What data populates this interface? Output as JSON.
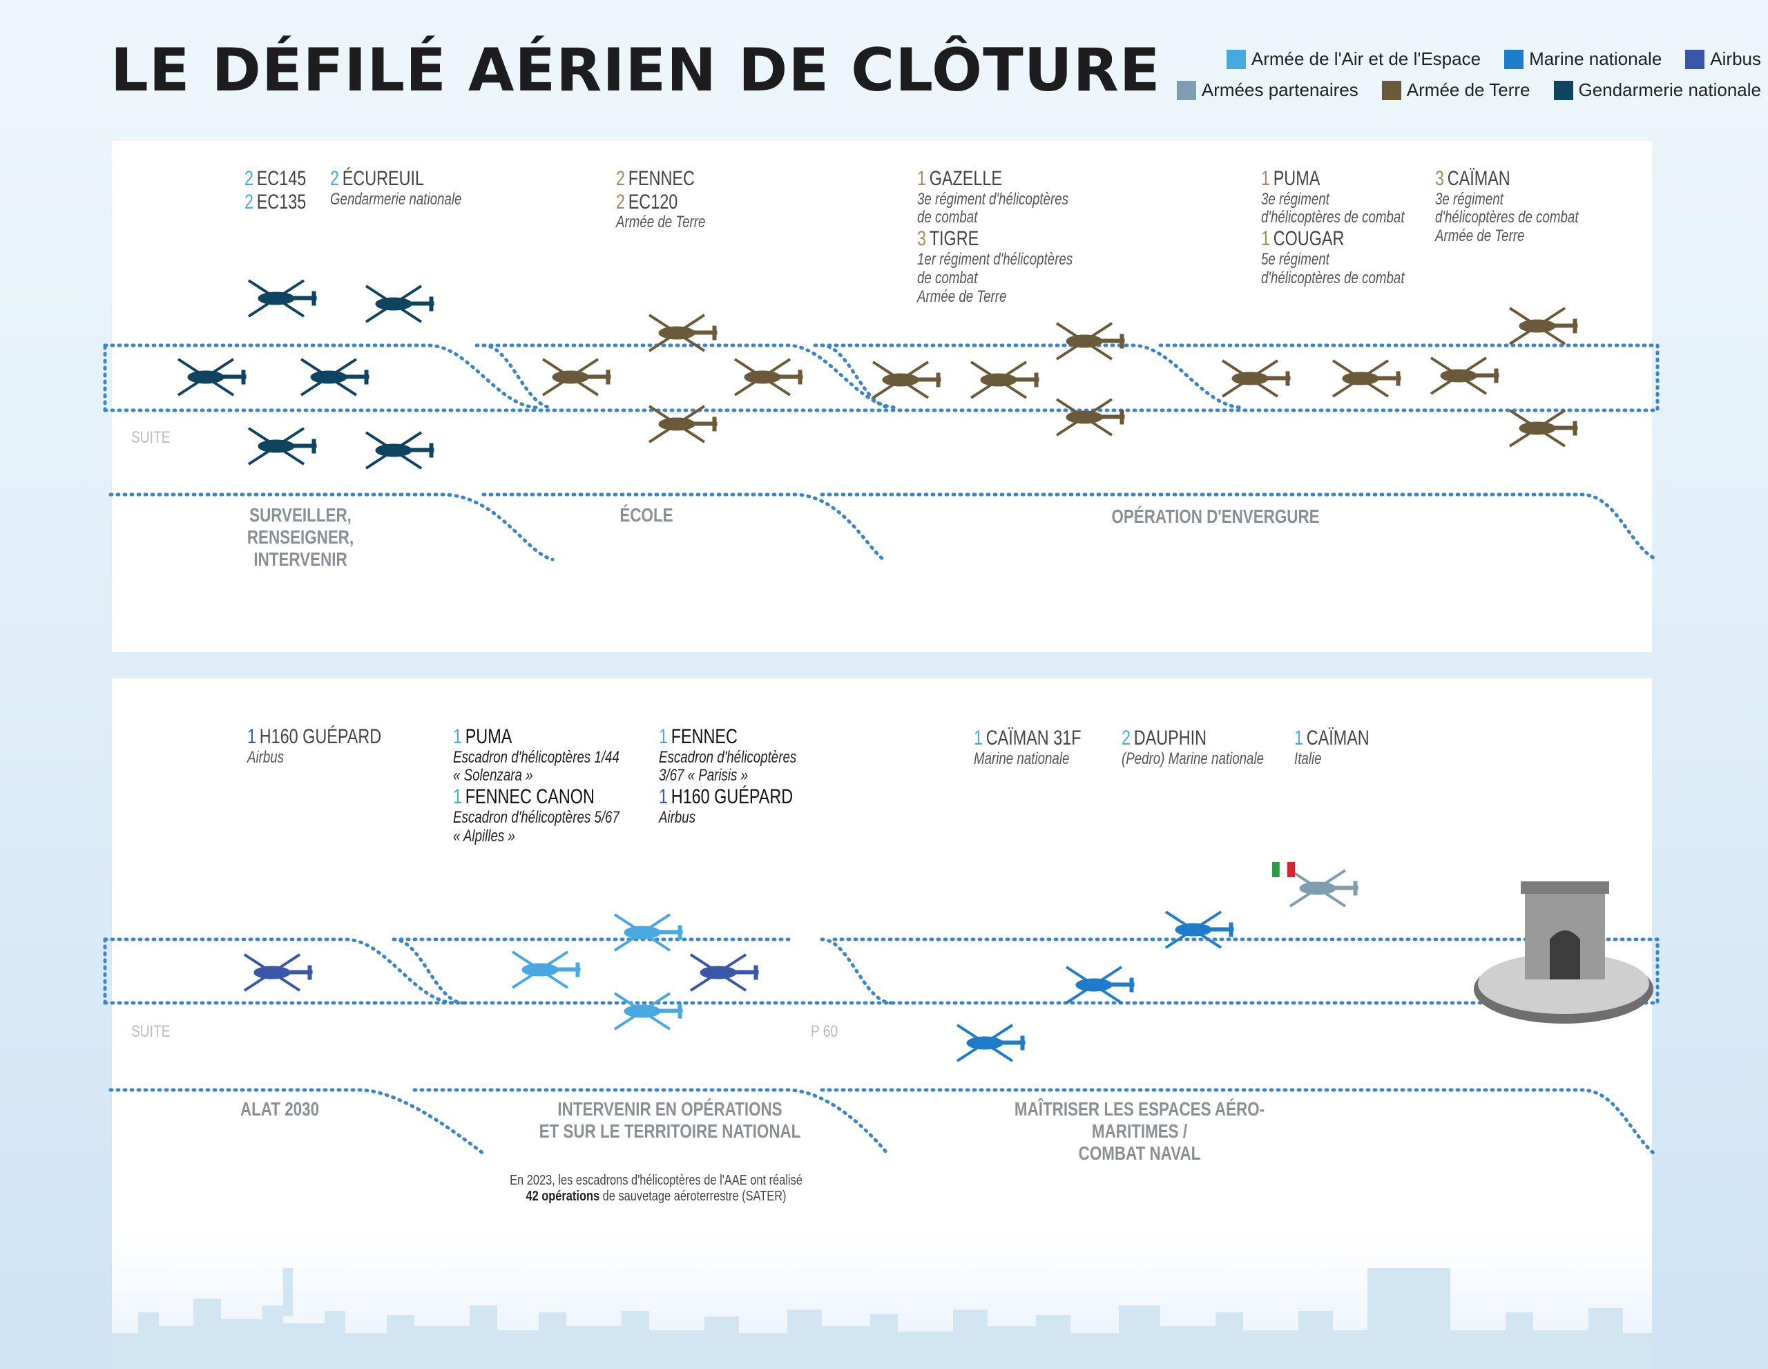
{
  "title": "LE DÉFILÉ AÉRIEN DE CLÔTURE",
  "legend": [
    {
      "label": "Armée de l'Air et de l'Espace",
      "color": "#4aa8e0"
    },
    {
      "label": "Marine nationale",
      "color": "#1f7cc8"
    },
    {
      "label": "Airbus",
      "color": "#3a56a8"
    },
    {
      "label": "Armées partenaires",
      "color": "#7f9fb0"
    },
    {
      "label": "Armée de Terre",
      "color": "#6b5a3a"
    },
    {
      "label": "Gendarmerie nationale",
      "color": "#0f4460"
    }
  ],
  "top": {
    "units": [
      {
        "count": "2",
        "name": "EC145",
        "sub": []
      },
      {
        "count": "2",
        "name": "EC135",
        "sub": []
      },
      {
        "count": "2",
        "name": "ÉCUREUIL",
        "sub": [
          "Gendarmerie nationale"
        ]
      },
      {
        "count": "2",
        "name": "FENNEC",
        "sub": []
      },
      {
        "count": "2",
        "name": "EC120",
        "sub": [
          "Armée de Terre"
        ]
      },
      {
        "count": "1",
        "name": "GAZELLE",
        "sub": [
          "3e régiment d'hélicoptères",
          "de combat"
        ]
      },
      {
        "count": "3",
        "name": "TIGRE",
        "sub": [
          "1er régiment d'hélicoptères",
          "de combat",
          "Armée de Terre"
        ]
      },
      {
        "count": "1",
        "name": "PUMA",
        "sub": [
          "3e régiment",
          "d'hélicoptères de combat"
        ]
      },
      {
        "count": "1",
        "name": "COUGAR",
        "sub": [
          "5e régiment",
          "d'hélicoptères de combat"
        ]
      },
      {
        "count": "3",
        "name": "CAÏMAN",
        "sub": [
          "3e régiment",
          "d'hélicoptères de combat",
          "Armée de Terre"
        ]
      }
    ],
    "suite": "SUITE",
    "sections": [
      "SURVEILLER, RENSEIGNER,",
      "INTERVENIR",
      "ÉCOLE",
      "OPÉRATION D'ENVERGURE"
    ]
  },
  "bottom": {
    "units": [
      {
        "count": "1",
        "name": "H160 GUÉPARD",
        "sub": [
          "Airbus"
        ]
      },
      {
        "count": "1",
        "name": "PUMA",
        "sub": [
          "Escadron d'hélicoptères 1/44",
          "« Solenzara »"
        ]
      },
      {
        "count": "1",
        "name": "FENNEC CANON",
        "sub": [
          "Escadron d'hélicoptères 5/67",
          "« Alpilles »"
        ]
      },
      {
        "count": "1",
        "name": "FENNEC",
        "sub": [
          "Escadron d'hélicoptères",
          "3/67 « Parisis »"
        ]
      },
      {
        "count": "1",
        "name": "H160 GUÉPARD",
        "sub": [
          "Airbus"
        ]
      },
      {
        "count": "1",
        "name": "CAÏMAN 31F",
        "sub": [
          "Marine nationale"
        ]
      },
      {
        "count": "2",
        "name": "DAUPHIN",
        "sub": [
          "(Pedro) Marine nationale"
        ]
      },
      {
        "count": "1",
        "name": "CAÏMAN",
        "sub": [
          "Italie"
        ]
      }
    ],
    "suite": "SUITE",
    "p60": "P 60",
    "sections": [
      "ALAT 2030",
      "INTERVENIR EN OPÉRATIONS",
      "ET SUR LE TERRITOIRE NATIONAL",
      "MAÎTRISER LES ESPACES AÉRO-MARITIMES /",
      "COMBAT NAVAL"
    ],
    "note_line1": "En 2023, les escadrons d'hélicoptères de l'AAE ont réalisé",
    "note_bold": "42 opérations",
    "note_line2": " de sauvetage aéroterrestre (SATER)"
  }
}
